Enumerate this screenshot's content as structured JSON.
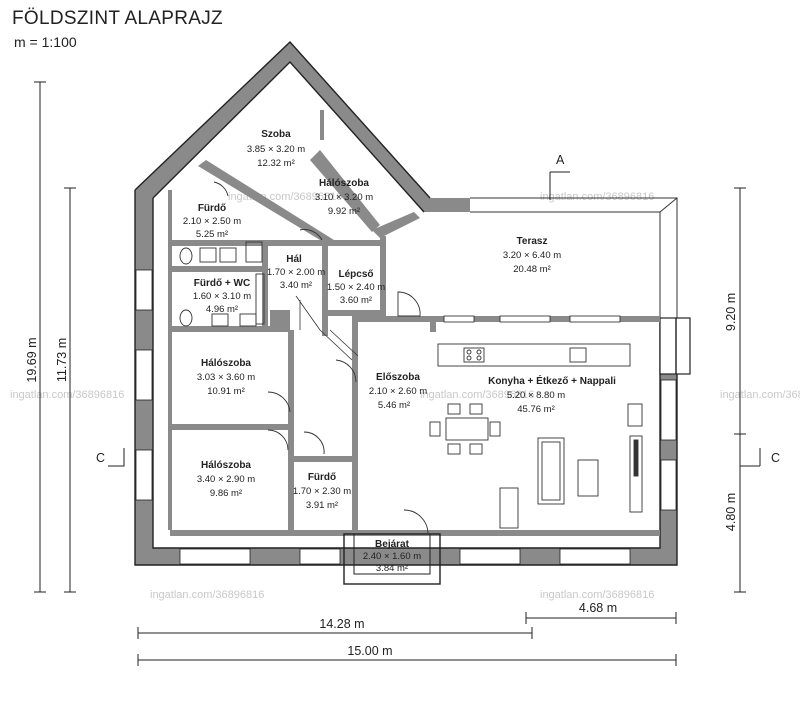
{
  "header": {
    "title": "FÖLDSZINT ALAPRAJZ",
    "scale": "m = 1:100"
  },
  "rooms": {
    "szoba": {
      "name": "Szoba",
      "size": "3.85 × 3.20 m",
      "area": "12.32 m²"
    },
    "haloszoba_top": {
      "name": "Hálószoba",
      "size": "3.10 × 3.20 m",
      "area": "9.92 m²"
    },
    "furdo_top": {
      "name": "Fürdő",
      "size": "2.10 × 2.50 m",
      "area": "5.25 m²"
    },
    "hal": {
      "name": "Hál",
      "size": "1.70 × 2.00 m",
      "area": "3.40 m²"
    },
    "lepcso": {
      "name": "Lépcső",
      "size": "1.50 × 2.40 m",
      "area": "3.60 m²"
    },
    "terasz": {
      "name": "Terasz",
      "size": "3.20 × 6.40 m",
      "area": "20.48 m²"
    },
    "furdo_wc": {
      "name": "Fürdő + WC",
      "size": "1.60 × 3.10 m",
      "area": "4.96 m²"
    },
    "haloszoba_mid": {
      "name": "Hálószoba",
      "size": "3.03 × 3.60 m",
      "area": "10.91 m²"
    },
    "eloszoba": {
      "name": "Előszoba",
      "size": "2.10 × 2.60 m",
      "area": "5.46 m²"
    },
    "konyha": {
      "name": "Konyha + Étkező + Nappali",
      "size": "5.20 × 8.80 m",
      "area": "45.76 m²"
    },
    "haloszoba_bot": {
      "name": "Hálószoba",
      "size": "3.40 × 2.90 m",
      "area": "9.86 m²"
    },
    "furdo_bot": {
      "name": "Fürdő",
      "size": "1.70 × 2.30 m",
      "area": "3.91 m²"
    },
    "bejarat": {
      "name": "Bejárat",
      "size": "2.40 × 1.60 m",
      "area": "3.84 m²"
    }
  },
  "dimensions": {
    "d1969": "19.69 m",
    "d1173": "11.73 m",
    "d920": "9.20 m",
    "d480": "4.80 m",
    "d1428": "14.28 m",
    "d468": "4.68 m",
    "d1500": "15.00 m"
  },
  "section_marks": {
    "a": "A",
    "c_left": "C",
    "c_right": "C"
  },
  "watermark": "ingatlan.com/36896816"
}
